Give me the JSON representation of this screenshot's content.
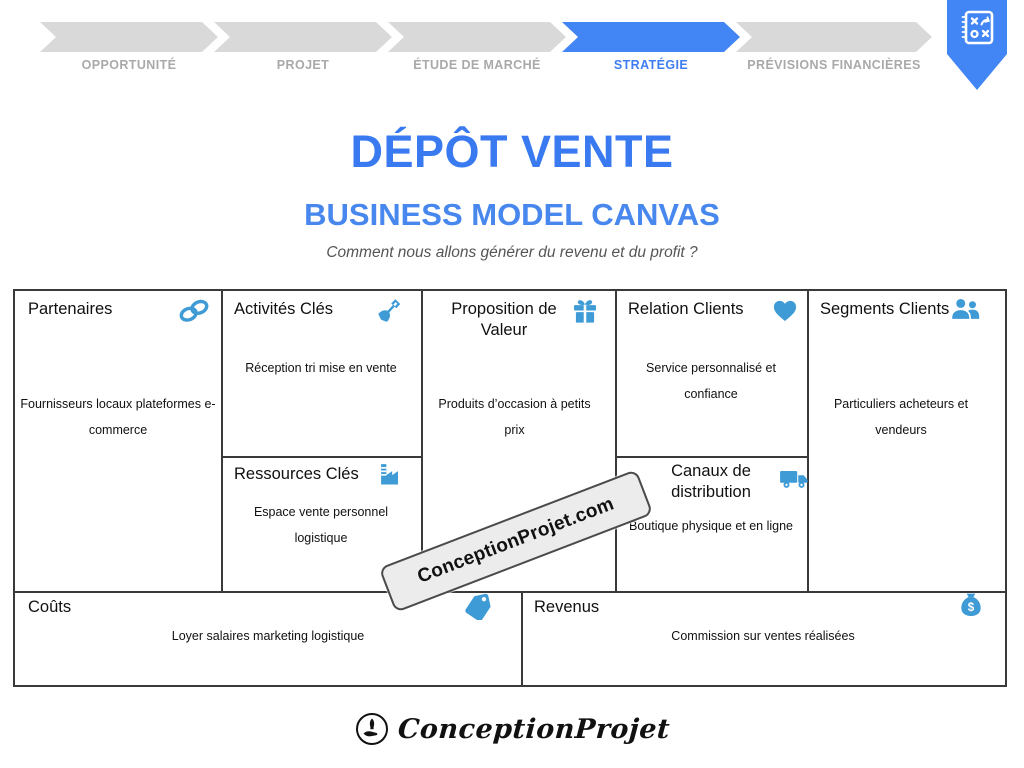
{
  "nav": {
    "steps": [
      {
        "label": "OPPORTUNITÉ",
        "active": false
      },
      {
        "label": "PROJET",
        "active": false
      },
      {
        "label": "ÉTUDE DE MARCHÉ",
        "active": false
      },
      {
        "label": "STRATÉGIE",
        "active": true
      },
      {
        "label": "PRÉVISIONS FINANCIÈRES",
        "active": false
      }
    ],
    "active_step": "STRATÉGIE",
    "ribbon_icon": "strategy-playbook-icon"
  },
  "header": {
    "title": "DÉPÔT VENTE",
    "subtitle": "BUSINESS MODEL CANVAS",
    "tagline": "Comment nous allons générer du revenu et du profit ?"
  },
  "canvas": {
    "partners": {
      "title": "Partenaires",
      "icon": "chain-link-icon",
      "content": "Fournisseurs locaux plateformes e-commerce"
    },
    "key_activities": {
      "title": "Activités Clés",
      "icon": "shovel-icon",
      "content": "Réception tri mise en vente"
    },
    "key_resources": {
      "title": "Ressources Clés",
      "icon": "factory-icon",
      "content": "Espace vente personnel logistique"
    },
    "value_proposition": {
      "title": "Proposition de Valeur",
      "icon": "gift-icon",
      "content": "Produits d’occasion à petits prix"
    },
    "customer_relations": {
      "title": "Relation Clients",
      "icon": "heart-icon",
      "content": "Service personnalisé et confiance"
    },
    "channels": {
      "title": "Canaux de distribution",
      "icon": "truck-icon",
      "content": "Boutique physique et en ligne"
    },
    "customer_segments": {
      "title": "Segments Clients",
      "icon": "users-icon",
      "content": "Particuliers acheteurs et vendeurs"
    },
    "costs": {
      "title": "Coûts",
      "icon": "price-tag-icon",
      "content": "Loyer salaires marketing logistique"
    },
    "revenues": {
      "title": "Revenus",
      "icon": "money-bag-icon",
      "content": "Commission sur ventes réalisées"
    }
  },
  "watermark": {
    "text": "ConceptionProjet.com"
  },
  "footer": {
    "brand": "ConceptionProjet"
  },
  "colors": {
    "accent_blue": "#4285f4",
    "nav_label_blue": "#3e7ef2",
    "inactive_gray": "#d9d9d9",
    "label_gray": "#a9a9a9",
    "title_blue": "#3a7af0",
    "subtitle_blue": "#4787ee",
    "icon_blue": "#3e9bd6",
    "grid_line": "#3a3a3a"
  }
}
